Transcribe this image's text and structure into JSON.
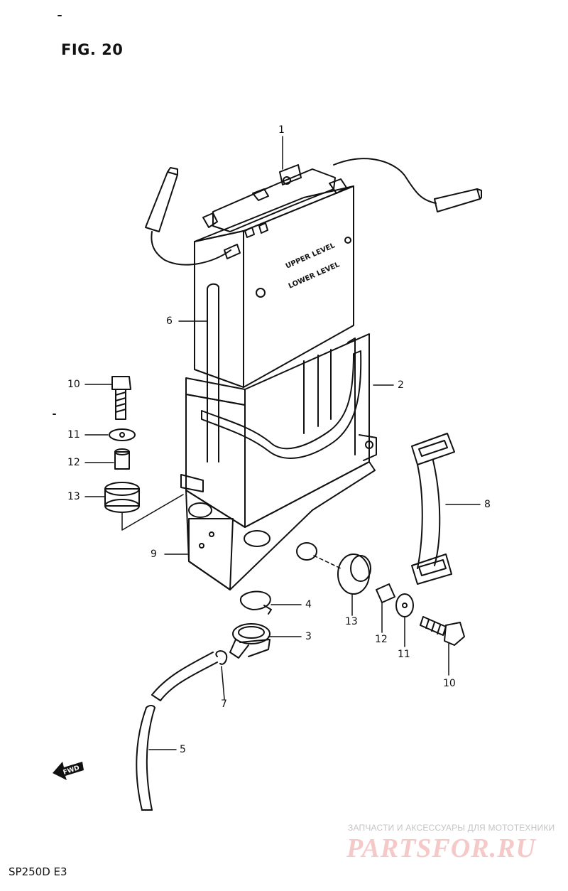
{
  "figure": {
    "title": "FIG. 20",
    "model_code": "SP250D  E3"
  },
  "battery": {
    "upper_level_text": "UPPER LEVEL",
    "lower_level_text": "LOWER LEVEL"
  },
  "fwd_arrow": {
    "label": "FWD",
    "icon": "forward-arrow-icon"
  },
  "callouts": [
    {
      "id": "1",
      "label": "1"
    },
    {
      "id": "2",
      "label": "2"
    },
    {
      "id": "6",
      "label": "6"
    },
    {
      "id": "8",
      "label": "8"
    },
    {
      "id": "9",
      "label": "9"
    },
    {
      "id": "10a",
      "label": "10"
    },
    {
      "id": "11a",
      "label": "11"
    },
    {
      "id": "12a",
      "label": "12"
    },
    {
      "id": "13a",
      "label": "13"
    },
    {
      "id": "4",
      "label": "4"
    },
    {
      "id": "3",
      "label": "3"
    },
    {
      "id": "13b",
      "label": "13"
    },
    {
      "id": "12b",
      "label": "12"
    },
    {
      "id": "11b",
      "label": "11"
    },
    {
      "id": "10b",
      "label": "10"
    },
    {
      "id": "7",
      "label": "7"
    },
    {
      "id": "5",
      "label": "5"
    }
  ],
  "watermark": {
    "caption": "ЗАПЧАСТИ И АКСЕССУАРЫ ДЛЯ МОТОТЕХНИКИ",
    "logo_text": "PARTSFOR.RU",
    "logo_color": "#f3b6b6"
  }
}
